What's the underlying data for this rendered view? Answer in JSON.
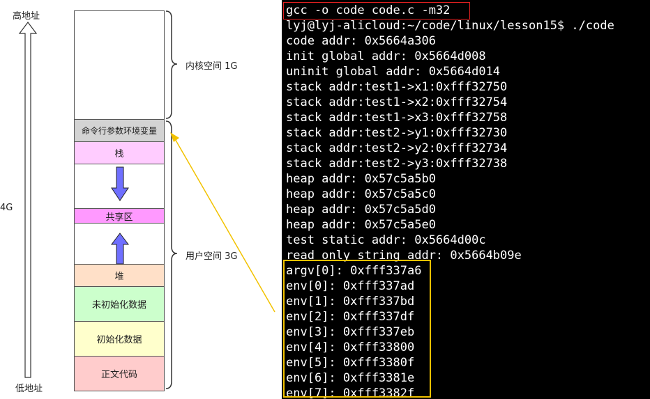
{
  "memory_diagram": {
    "high_addr_label": "高地址",
    "low_addr_label": "低地址",
    "size_label": "4G",
    "kernel_label": "内核空间 1G",
    "user_label": "用户空间 3G",
    "segments": {
      "env": "命令行参数环境变量",
      "stack": "栈",
      "shared": "共享区",
      "heap": "堆",
      "bss": "未初始化数据",
      "data": "初始化数据",
      "text": "正文代码"
    },
    "colors": {
      "env": "#d3d3d3",
      "stack": "#ffccff",
      "shared": "#ff99ff",
      "heap": "#ffe0c8",
      "bss": "#ccffcc",
      "data": "#ffffcc",
      "text": "#ffcccc",
      "arrow": "#6f6fff",
      "pointer": "#f2c200"
    }
  },
  "terminal": {
    "lines": [
      "gcc -o code code.c -m32",
      "lyj@lyj-alicloud:~/code/linux/lesson15$ ./code",
      "code addr: 0x5664a306",
      "init global addr: 0x5664d008",
      "uninit global addr: 0x5664d014",
      "stack addr:test1->x1:0xfff32750",
      "stack addr:test1->x2:0xfff32754",
      "stack addr:test1->x3:0xfff32758",
      "stack addr:test2->y1:0xfff32730",
      "stack addr:test2->y2:0xfff32734",
      "stack addr:test2->y3:0xfff32738",
      "heap addr: 0x57c5a5b0",
      "heap addr: 0x57c5a5c0",
      "heap addr: 0x57c5a5d0",
      "heap addr: 0x57c5a5e0",
      "test static addr: 0x5664d00c",
      "read only string addr: 0x5664b09e",
      "argv[0]: 0xfff337a6",
      "env[0]: 0xfff337ad",
      "env[1]: 0xfff337bd",
      "env[2]: 0xfff337df",
      "env[3]: 0xfff337eb",
      "env[4]: 0xfff33800",
      "env[5]: 0xfff3380f",
      "env[6]: 0xfff3381e",
      "env[7]: 0xfff3382f"
    ]
  }
}
